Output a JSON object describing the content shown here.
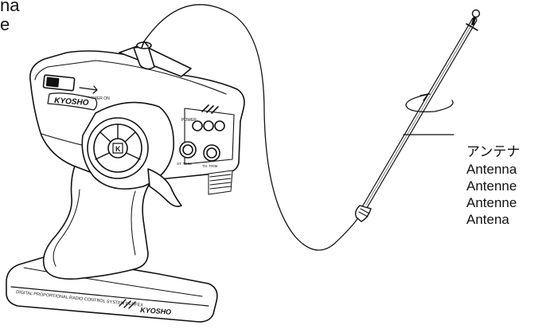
{
  "clipped_text": {
    "line1": "na",
    "line2": "e"
  },
  "callout": {
    "labels": [
      "アンテナ",
      "Antenna",
      "Antenne",
      "Antenne",
      "Antena"
    ]
  },
  "device": {
    "brand": "KYOSHO",
    "brand_base": "KYOSHO",
    "power_label": "POWER",
    "power_on_label": "POWER ON",
    "knob_left_label": "ST. TRIM",
    "knob_right_label": "TH. TRIM",
    "badge": "K",
    "base_caption": "DIGITAL PROPORTIONAL RADIO CONTROL SYSTEM PERFEX"
  },
  "colors": {
    "line": "#111111",
    "fill": "#ffffff",
    "shade": "#d8d8d8"
  }
}
